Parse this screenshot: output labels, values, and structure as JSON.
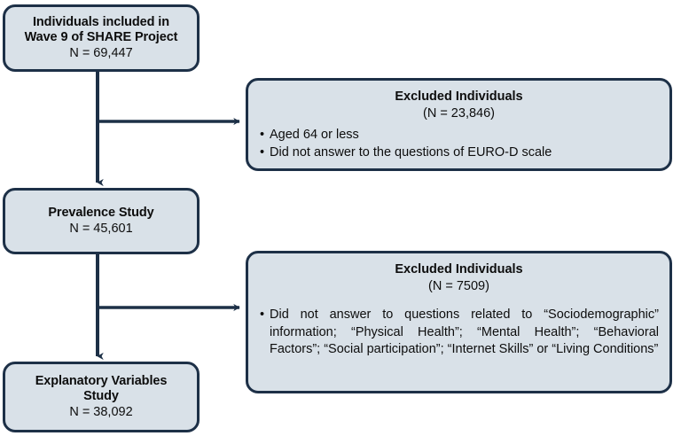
{
  "diagram": {
    "title": "SHARE Wave 9 participant flow diagram",
    "colors": {
      "node_fill": "#d9e1e8",
      "node_border": "#1d3047",
      "connector": "#1d3047",
      "text": "#0d0d0d",
      "background": "#ffffff"
    },
    "nodes": [
      {
        "id": "source-population",
        "kind": "stage",
        "title_lines": [
          "Individuals included in",
          "Wave 9 of SHARE Project"
        ],
        "count_label": "N = 69,447"
      },
      {
        "id": "prevalence-study",
        "kind": "stage",
        "title_lines": [
          "Prevalence Study"
        ],
        "count_label": "N = 45,601"
      },
      {
        "id": "explanatory-variables-study",
        "kind": "stage",
        "title_lines": [
          "Explanatory Variables",
          "Study"
        ],
        "count_label": "N = 38,092"
      },
      {
        "id": "excluded-1",
        "kind": "excluded",
        "heading": "Excluded Individuals",
        "count_label": "(N = 23,846)",
        "bullets": [
          "Aged 64 or less",
          "Did not answer to the questions of EURO-D scale"
        ]
      },
      {
        "id": "excluded-2",
        "kind": "excluded",
        "heading": "Excluded Individuals",
        "count_label": "(N = 7509)",
        "bullets": [
          "Did not answer to questions related to “Sociodemographic” information; “Physical Health”; “Mental Health”; “Behavioral Factors”; “Social participation”; “Internet Skills” or “Living Conditions”"
        ]
      }
    ],
    "connectors": [
      {
        "id": "source-to-prevalence",
        "from": "source-population",
        "to": "prevalence-study",
        "direction": "down",
        "arrowhead": "down-arrow-icon"
      },
      {
        "id": "source-to-excluded-1",
        "from": "source-population",
        "to": "excluded-1",
        "direction": "right",
        "arrowhead": "right-arrow-icon"
      },
      {
        "id": "prevalence-to-explanatory",
        "from": "prevalence-study",
        "to": "explanatory-variables-study",
        "direction": "down",
        "arrowhead": "down-arrow-icon"
      },
      {
        "id": "prevalence-to-excluded-2",
        "from": "prevalence-study",
        "to": "excluded-2",
        "direction": "right",
        "arrowhead": "right-arrow-icon"
      }
    ]
  }
}
